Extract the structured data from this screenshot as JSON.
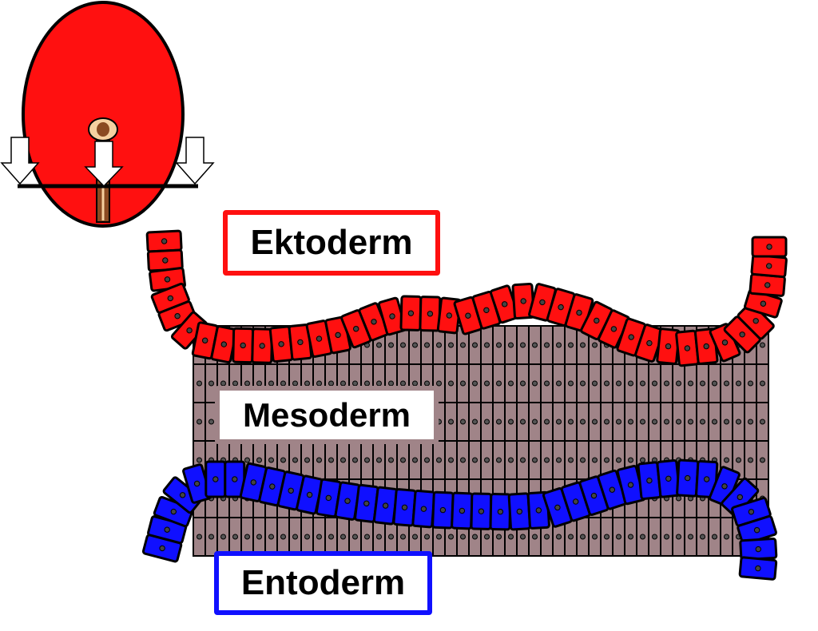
{
  "labels": {
    "ektoderm": "Ektoderm",
    "mesoderm": "Mesoderm",
    "entoderm": "Entoderm"
  },
  "colors": {
    "ektoderm": "#ff1010",
    "mesoderm": "#a08488",
    "entoderm": "#1010ff",
    "outline": "#000000",
    "inset_embryo": "#ff1010",
    "inset_groove": "#8a4a22",
    "inset_groove_light": "#f5d0a0"
  },
  "icons": {
    "inset": "embryo-cross-section-indicator",
    "arrows": "down-arrow-icon"
  }
}
